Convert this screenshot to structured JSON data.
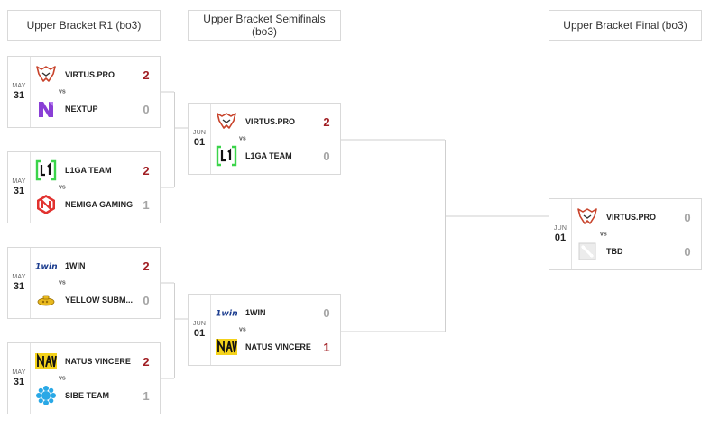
{
  "headers": {
    "r1": "Upper Bracket R1 (bo3)",
    "semis_line1": "Upper Bracket Semifinals",
    "semis_line2": "(bo3)",
    "final": "Upper Bracket Final (bo3)"
  },
  "vs_label": "vs",
  "colors": {
    "win": "#a11f24",
    "lose": "#a5a5a5",
    "border": "#d9d9d9"
  },
  "matches": [
    {
      "date": {
        "month": "MAY",
        "day": "31"
      },
      "team1": {
        "name": "VIRTUS.PRO",
        "score": "2",
        "logo": "virtus-pro-icon"
      },
      "team2": {
        "name": "NEXTUP",
        "score": "0",
        "logo": "nextup-icon"
      }
    },
    {
      "date": {
        "month": "MAY",
        "day": "31"
      },
      "team1": {
        "name": "L1GA TEAM",
        "score": "2",
        "logo": "l1ga-team-icon"
      },
      "team2": {
        "name": "NEMIGA GAMING",
        "score": "1",
        "logo": "nemiga-gaming-icon"
      }
    },
    {
      "date": {
        "month": "MAY",
        "day": "31"
      },
      "team1": {
        "name": "1WIN",
        "score": "2",
        "logo": "1win-icon"
      },
      "team2": {
        "name": "YELLOW SUBM...",
        "score": "0",
        "logo": "yellow-submarine-icon"
      }
    },
    {
      "date": {
        "month": "MAY",
        "day": "31"
      },
      "team1": {
        "name": "NATUS VINCERE",
        "score": "2",
        "logo": "natus-vincere-icon"
      },
      "team2": {
        "name": "SIBE TEAM",
        "score": "1",
        "logo": "sibe-team-icon"
      }
    },
    {
      "date": {
        "month": "JUN",
        "day": "01"
      },
      "team1": {
        "name": "VIRTUS.PRO",
        "score": "2",
        "logo": "virtus-pro-icon"
      },
      "team2": {
        "name": "L1GA TEAM",
        "score": "0",
        "logo": "l1ga-team-icon"
      }
    },
    {
      "date": {
        "month": "JUN",
        "day": "01"
      },
      "team1": {
        "name": "1WIN",
        "score": "0",
        "logo": "1win-icon"
      },
      "team2": {
        "name": "NATUS VINCERE",
        "score": "1",
        "logo": "natus-vincere-icon"
      }
    },
    {
      "date": {
        "month": "JUN",
        "day": "01"
      },
      "team1": {
        "name": "VIRTUS.PRO",
        "score": "0",
        "logo": "virtus-pro-icon"
      },
      "team2": {
        "name": "TBD",
        "score": "0",
        "logo": "tbd-placeholder-icon"
      }
    }
  ]
}
